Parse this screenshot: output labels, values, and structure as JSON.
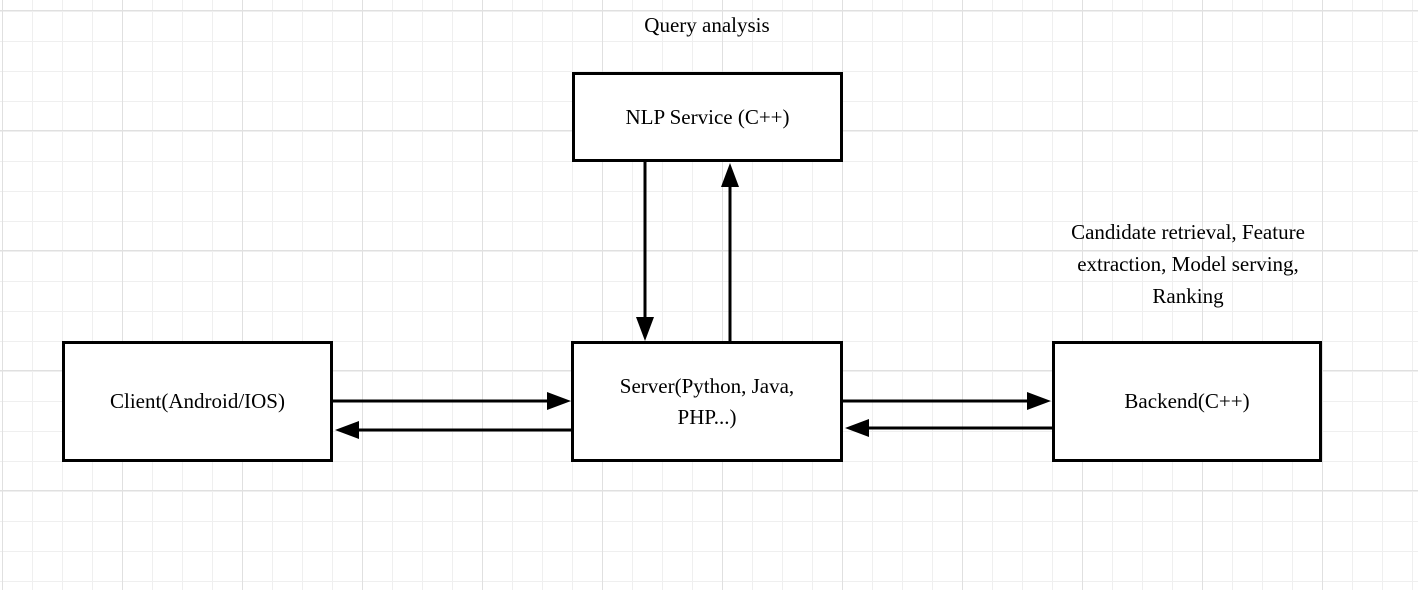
{
  "diagram": {
    "nodes": {
      "nlp_service": {
        "label": "NLP Service (C++)"
      },
      "client": {
        "label": "Client(Android/IOS)"
      },
      "server": {
        "label": "Server(Python, Java,\nPHP...)"
      },
      "backend": {
        "label": "Backend(C++)"
      }
    },
    "annotations": {
      "query_analysis": {
        "text": "Query analysis"
      },
      "backend_functions": {
        "text": "Candidate retrieval, Feature\nextraction, Model serving,\nRanking"
      }
    },
    "edges": [
      {
        "from": "client",
        "to": "server"
      },
      {
        "from": "server",
        "to": "client"
      },
      {
        "from": "server",
        "to": "backend"
      },
      {
        "from": "backend",
        "to": "server"
      },
      {
        "from": "nlp_service",
        "to": "server"
      },
      {
        "from": "server",
        "to": "nlp_service"
      }
    ],
    "colors": {
      "stroke": "#000000",
      "node_fill": "#ffffff",
      "text": "#000000",
      "grid_minor": "#efefef",
      "grid_major": "#e0e0e0",
      "background": "#ffffff"
    }
  }
}
